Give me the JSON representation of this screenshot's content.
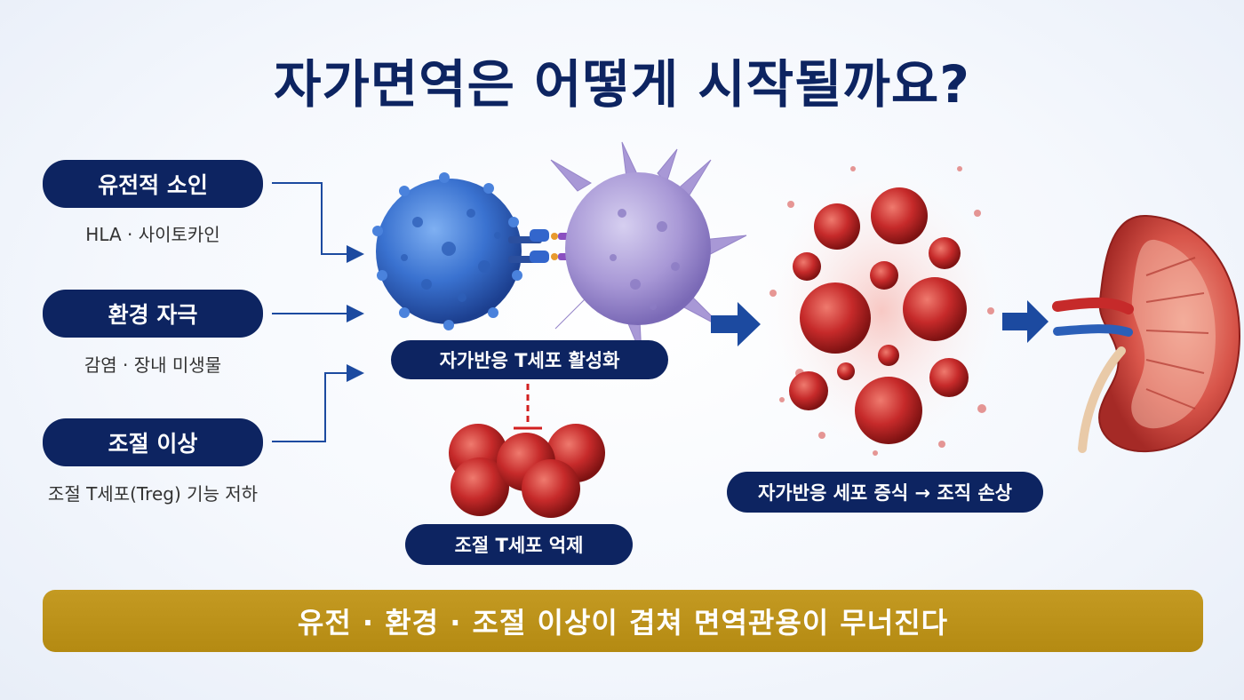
{
  "title": "자가면역은 어떻게 시작될까요?",
  "factors": [
    {
      "label": "유전적 소인",
      "sub": "HLA · 사이토카인"
    },
    {
      "label": "환경 자극",
      "sub": "감염 · 장내 미생물"
    },
    {
      "label": "조절 이상",
      "sub": "조절 T세포(Treg) 기능 저하"
    }
  ],
  "center_label": "자가반응 T세포 활성화",
  "suppress_label": "조절 T세포 억제",
  "proliferation_label": "자가반응 세포 증식 → 조직 손상",
  "banner": "유전 · 환경 · 조절 이상이 겹쳐 면역관용이 무너진다",
  "colors": {
    "navy": "#0d2461",
    "gold": "#b8900f",
    "tcell": "#3a72d0",
    "apc": "#a898d6",
    "red_cell": "#c62a2a"
  }
}
